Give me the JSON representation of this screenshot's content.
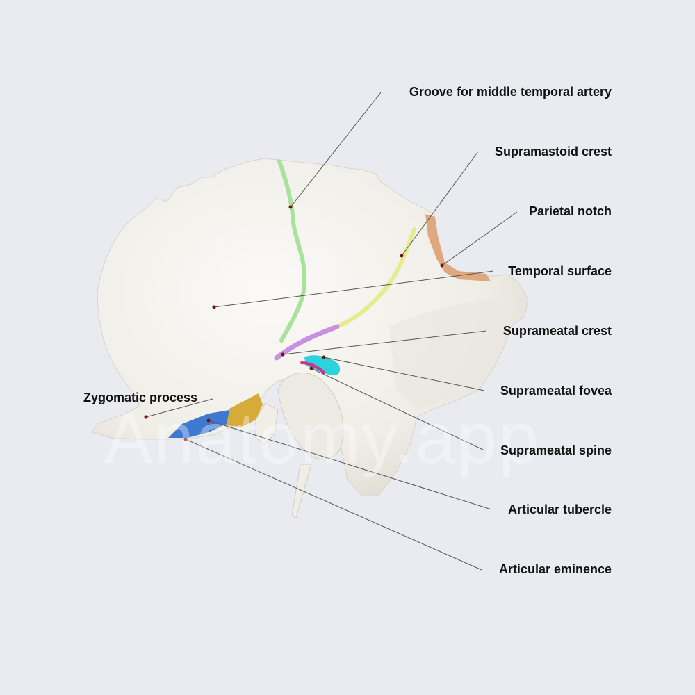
{
  "watermark": "Anatomy.app",
  "labels": {
    "groove_mta": "Groove for middle temporal artery",
    "supramastoid_crest": "Supramastoid crest",
    "parietal_notch": "Parietal notch",
    "temporal_surface": "Temporal surface",
    "suprameatal_crest": "Suprameatal crest",
    "suprameatal_fovea": "Suprameatal fovea",
    "suprameatal_spine": "Suprameatal spine",
    "articular_tubercle": "Articular tubercle",
    "articular_eminence": "Articular eminence",
    "zygomatic_process": "Zygomatic process"
  },
  "colors": {
    "background": "#e9ebf0",
    "bone": "#f4f3ee",
    "groove": "#a9e29a",
    "supramastoid": "#e6eb8e",
    "suprameatal_crest": "#c98fe0",
    "fovea": "#2bd3dd",
    "spine": "#d0328c",
    "parietal_notch": "#dfa980",
    "tubercle": "#d7ab3a",
    "eminence": "#3f78d0",
    "pointer": "#7a1010",
    "leader": "#555"
  }
}
